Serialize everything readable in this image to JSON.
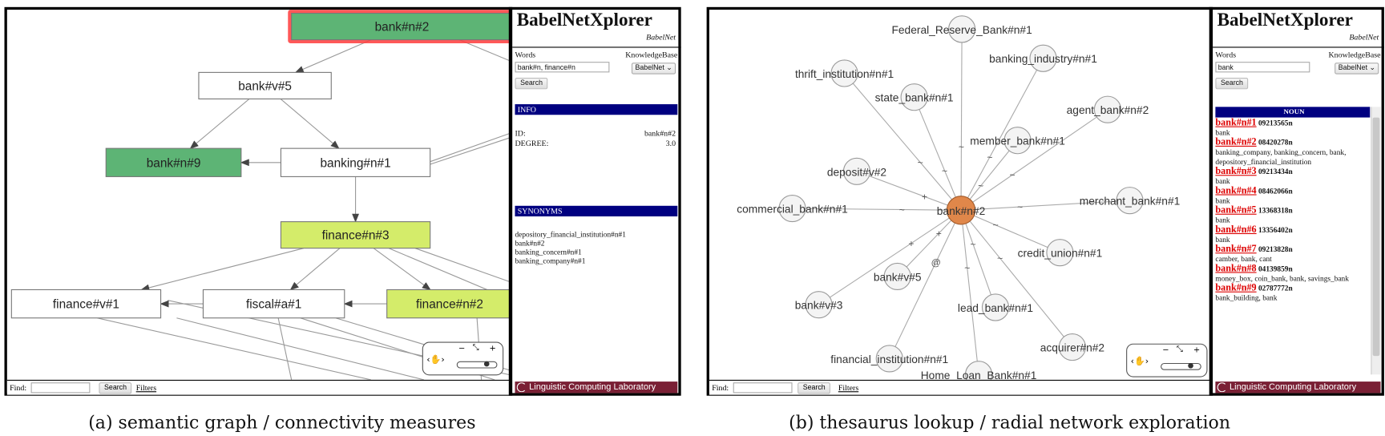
{
  "panel_a": {
    "graph": {
      "nodes": [
        {
          "label": "bank#n#2",
          "style": "selected"
        },
        {
          "label": "bank#v#5",
          "style": "plain"
        },
        {
          "label": "bank#n#9",
          "style": "green"
        },
        {
          "label": "banking#n#1",
          "style": "plain"
        },
        {
          "label": "finance#n#3",
          "style": "lime"
        },
        {
          "label": "finance#v#1",
          "style": "plain"
        },
        {
          "label": "fiscal#a#1",
          "style": "plain"
        },
        {
          "label": "finance#n#2",
          "style": "lime"
        }
      ],
      "edges": [
        [
          0,
          1
        ],
        [
          1,
          2
        ],
        [
          1,
          3
        ],
        [
          3,
          2
        ],
        [
          3,
          4
        ],
        [
          4,
          5
        ],
        [
          4,
          6
        ],
        [
          4,
          7
        ],
        [
          6,
          5
        ],
        [
          7,
          6
        ]
      ]
    },
    "find_bar": {
      "find_label": "Find:",
      "find_value": "",
      "search_label": "Search",
      "filters_label": "Filters"
    },
    "side": {
      "title": "BabelNetXplorer",
      "logo": "BabelNet",
      "words_label": "Words",
      "kb_label": "KnowledgeBase",
      "words_value": "bank#n, finance#n",
      "kb_value": "BabelNet",
      "search_label": "Search",
      "info_header": "INFO",
      "id_label": "ID:",
      "id_value": "bank#n#2",
      "degree_label": "DEGREE:",
      "degree_value": "3.0",
      "synonyms_header": "SYNONYMS",
      "synonyms": [
        "depository_financial_institution#n#1",
        "bank#n#2",
        "banking_concern#n#1",
        "banking_company#n#1"
      ],
      "footer": "Linguistic Computing Laboratory"
    },
    "caption": "(a) semantic graph / connectivity measures"
  },
  "panel_b": {
    "graph": {
      "center": "bank#n#2",
      "nodes": [
        {
          "label": "Federal_Reserve_Bank#n#1",
          "rel": "~"
        },
        {
          "label": "banking_industry#n#1",
          "rel": "~"
        },
        {
          "label": "thrift_institution#n#1",
          "rel": "~"
        },
        {
          "label": "state_bank#n#1",
          "rel": "~"
        },
        {
          "label": "member_bank#n#1",
          "rel": "~"
        },
        {
          "label": "agent_bank#n#2",
          "rel": "~"
        },
        {
          "label": "deposit#v#2",
          "rel": "+"
        },
        {
          "label": "commercial_bank#n#1",
          "rel": "~"
        },
        {
          "label": "merchant_bank#n#1",
          "rel": "~"
        },
        {
          "label": "credit_union#n#1",
          "rel": "~"
        },
        {
          "label": "bank#v#5",
          "rel": "+"
        },
        {
          "label": "bank#v#3",
          "rel": "+"
        },
        {
          "label": "lead_bank#n#1",
          "rel": "~"
        },
        {
          "label": "acquirer#n#2",
          "rel": "~"
        },
        {
          "label": "financial_institution#n#1",
          "rel": "@"
        },
        {
          "label": "Home_Loan_Bank#n#1",
          "rel": "~"
        }
      ],
      "center_color": "#e0874a"
    },
    "find_bar": {
      "find_label": "Find:",
      "find_value": "",
      "search_label": "Search",
      "filters_label": "Filters"
    },
    "side": {
      "title": "BabelNetXplorer",
      "logo": "BabelNet",
      "words_label": "Words",
      "kb_label": "KnowledgeBase",
      "words_value": "bank",
      "kb_value": "BabelNet",
      "search_label": "Search",
      "pos_header": "NOUN",
      "senses": [
        {
          "sense": "bank#n#1",
          "offset": "09213565n",
          "lemmas": "bank"
        },
        {
          "sense": "bank#n#2",
          "offset": "08420278n",
          "lemmas": "banking_company, banking_concern, bank, depository_financial_institution"
        },
        {
          "sense": "bank#n#3",
          "offset": "09213434n",
          "lemmas": "bank"
        },
        {
          "sense": "bank#n#4",
          "offset": "08462066n",
          "lemmas": "bank"
        },
        {
          "sense": "bank#n#5",
          "offset": "13368318n",
          "lemmas": "bank"
        },
        {
          "sense": "bank#n#6",
          "offset": "13356402n",
          "lemmas": "bank"
        },
        {
          "sense": "bank#n#7",
          "offset": "09213828n",
          "lemmas": "camber, bank, cant"
        },
        {
          "sense": "bank#n#8",
          "offset": "04139859n",
          "lemmas": "money_box, coin_bank, bank, savings_bank"
        },
        {
          "sense": "bank#n#9",
          "offset": "02787772n",
          "lemmas": "bank_building, bank"
        }
      ],
      "footer": "Linguistic Computing Laboratory"
    },
    "caption": "(b) thesaurus lookup / radial network exploration"
  },
  "colors": {
    "selected_fill": "#5db475",
    "selected_border": "#ff3b3b",
    "green": "#5db475",
    "lime": "#d4ec6a",
    "info_bar": "#000080",
    "footer": "#7a2035",
    "sense_link": "#dd0000"
  },
  "nav_widget": {
    "minus": "−",
    "plus": "+"
  }
}
